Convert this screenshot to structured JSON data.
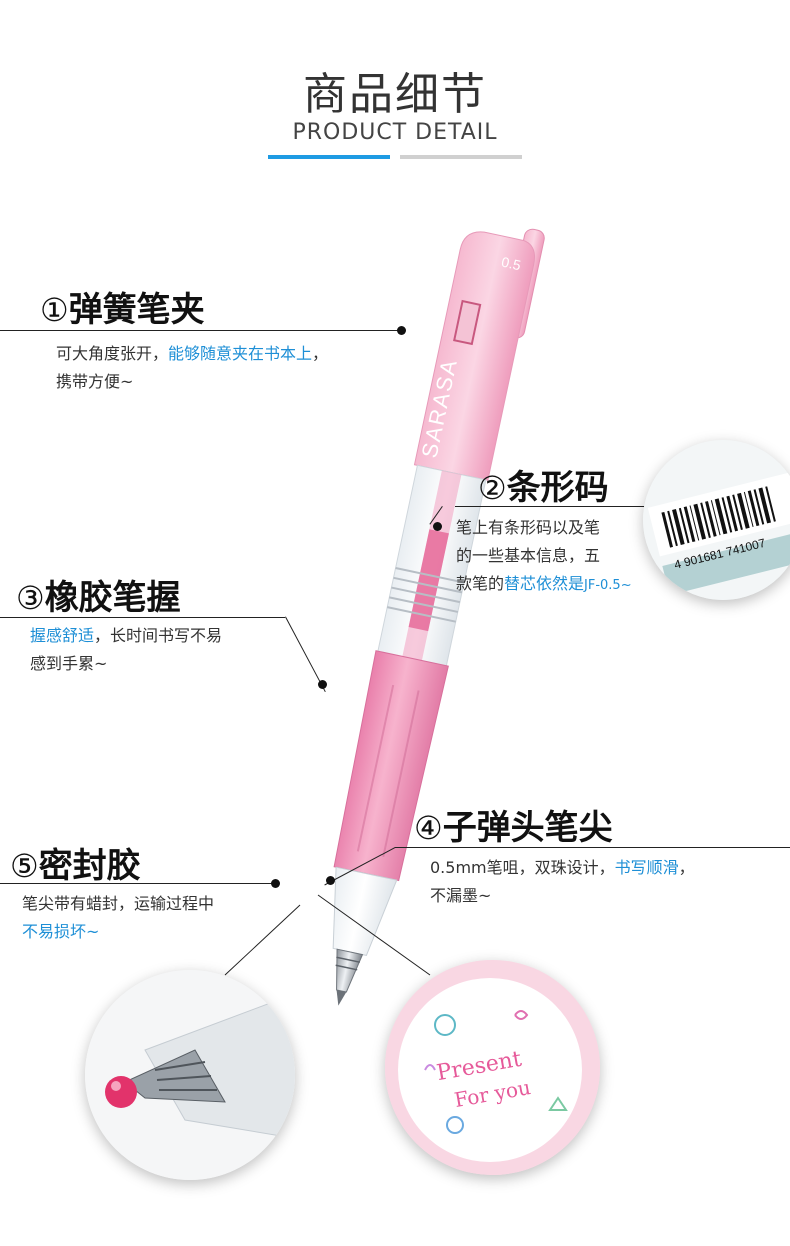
{
  "header": {
    "title": "商品细节",
    "subtitle": "PRODUCT DETAIL"
  },
  "pen": {
    "size_mark": "0.5",
    "brand_text": "SARASA"
  },
  "features": [
    {
      "number": "①",
      "title": "弹簧笔夹",
      "desc_plain": "可大角度张开，",
      "desc_highlight": "能够随意夹在书本上",
      "desc_end": "，",
      "desc_line2": "携带方便~"
    },
    {
      "number": "②",
      "title": "条形码",
      "desc_line1": "笔上有条形码以及笔",
      "desc_line2": "的一些基本信息，五",
      "desc_line3_plain": "款笔的",
      "desc_line3_highlight": "替芯依然是",
      "desc_line3_code": "JF-0.5~"
    },
    {
      "number": "③",
      "title": "橡胶笔握",
      "desc_highlight": "握感舒适",
      "desc_plain": "，长时间书写不易",
      "desc_line2": "感到手累~"
    },
    {
      "number": "④",
      "title": "子弹头笔尖",
      "desc_plain": "0.5mm笔咀，双珠设计，",
      "desc_highlight": "书写顺滑",
      "desc_end": "，",
      "desc_line2": "不漏墨~"
    },
    {
      "number": "⑤",
      "title": "密封胶",
      "desc_line1": "笔尖带有蜡封，运输过程中",
      "desc_highlight": "不易损坏~"
    }
  ],
  "barcode_lens": {
    "digits": "4 901681 741007"
  },
  "writing_sample": {
    "line1": "Present",
    "line2": "For you"
  },
  "colors": {
    "accent_blue": "#1e9be3",
    "pen_pink": "#f4a7c3",
    "grip_pink": "#ee8fb5",
    "ink_pink": "#e2336b"
  }
}
